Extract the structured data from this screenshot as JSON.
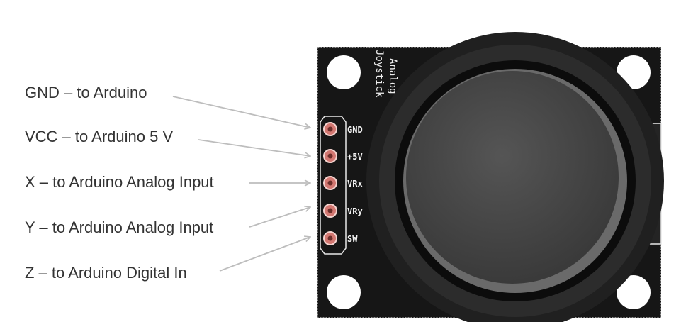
{
  "labels": [
    "GND – to Arduino",
    "VCC – to Arduino 5 V",
    "X – to Arduino Analog Input",
    "Y – to Arduino Analog Input",
    "Z – to Arduino Digital In"
  ],
  "board": {
    "title_line1": "Analog",
    "title_line2": "Joystick",
    "pins": [
      "GND",
      "+5V",
      "VRx",
      "VRy",
      "SW"
    ]
  },
  "colors": {
    "board": "#161616",
    "pin_pad": "#d37771",
    "arrow": "#bdbdbd",
    "knob": "#4a4a4a"
  }
}
